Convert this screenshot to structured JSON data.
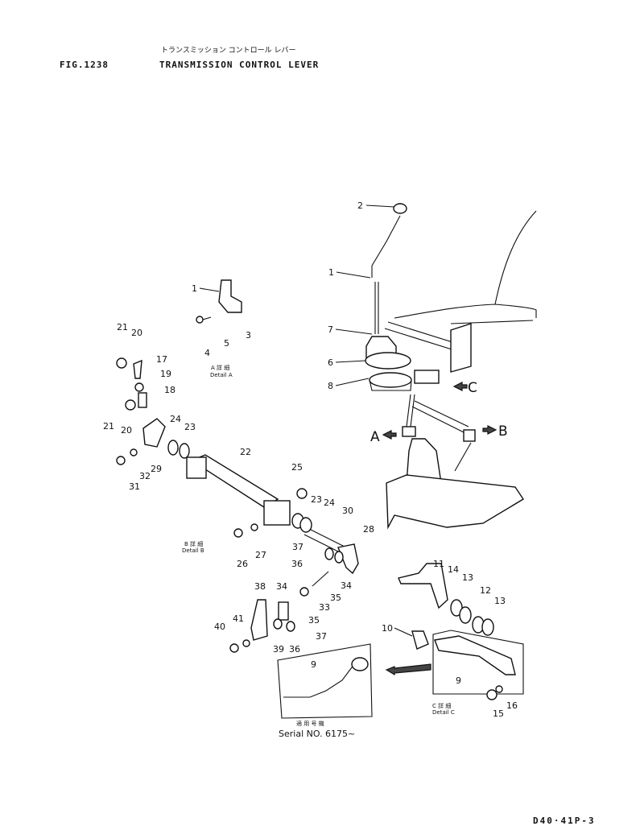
{
  "header": {
    "fig_number": "FIG.1238",
    "title_jp": "トランスミッション コントロール レバー",
    "title": "TRANSMISSION CONTROL LEVER"
  },
  "details": {
    "a_jp": "A 詳 細",
    "a": "Detail A",
    "b_jp": "B 詳 細",
    "b": "Detail B",
    "c_jp": "C 詳 細",
    "c": "Detail C"
  },
  "view_markers": [
    "A",
    "B",
    "C"
  ],
  "serial": {
    "jp": "適 用 号 機",
    "text": "Serial NO. 6175~"
  },
  "callouts": [
    "1",
    "2",
    "3",
    "4",
    "5",
    "6",
    "7",
    "8",
    "9",
    "10",
    "11",
    "12",
    "13",
    "14",
    "15",
    "16",
    "17",
    "18",
    "19",
    "20",
    "21",
    "22",
    "23",
    "24",
    "25",
    "26",
    "27",
    "28",
    "29",
    "30",
    "31",
    "32",
    "33",
    "34",
    "35",
    "36",
    "37",
    "38",
    "39",
    "40",
    "41"
  ],
  "footer": {
    "page_code": "D40·41P-3"
  }
}
